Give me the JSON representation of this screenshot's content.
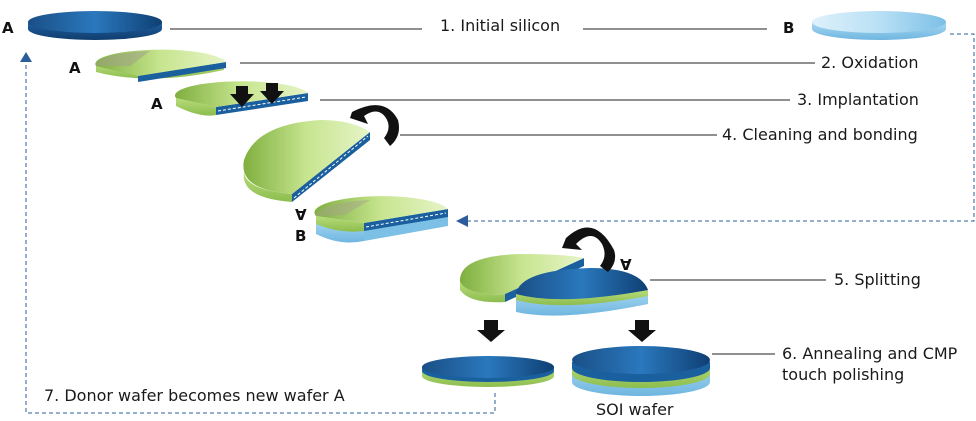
{
  "steps": {
    "s1": "1. Initial silicon",
    "s2": "2. Oxidation",
    "s3": "3. Implantation",
    "s4": "4. Cleaning and bonding",
    "s5": "5. Splitting",
    "s6_line1": "6. Annealing and CMP",
    "s6_line2": "touch polishing",
    "s7": "7. Donor wafer becomes new wafer A"
  },
  "wafer_labels": {
    "a": "A",
    "b": "B",
    "result": "SOI wafer"
  },
  "colors": {
    "dark_blue": "#1a5f9e",
    "light_blue": "#9fd0ee",
    "green": "#a9d36b",
    "dashed_line": "#2a5d9a"
  }
}
